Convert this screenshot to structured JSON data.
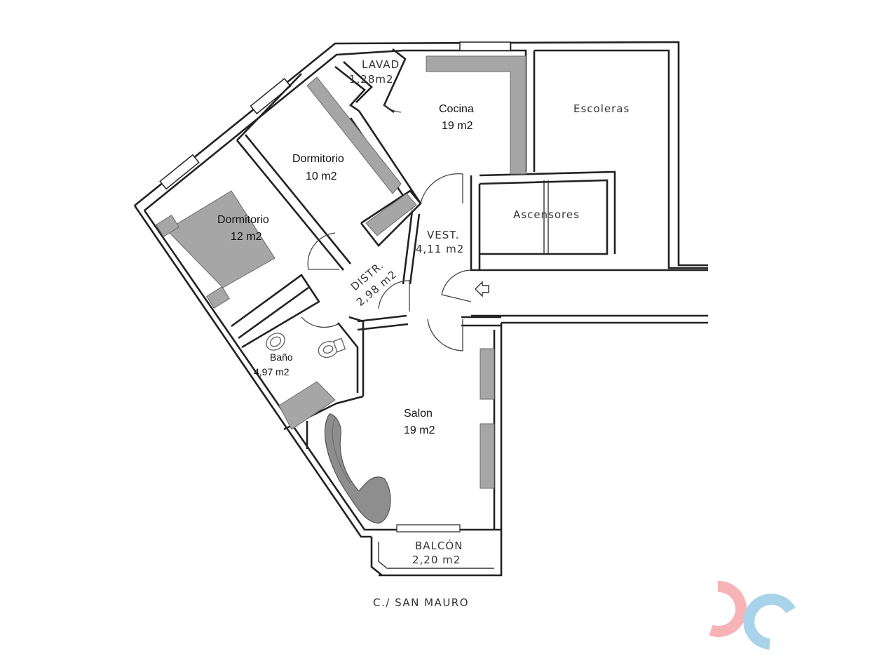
{
  "rooms": {
    "lavadero": {
      "name": "LAVAD.",
      "area": "1,28m2"
    },
    "cocina": {
      "name": "Cocina",
      "area": "19 m2"
    },
    "escaleras": {
      "name": "Escoleras"
    },
    "dormitorio_10": {
      "name": "Dormitorio",
      "area": "10 m2"
    },
    "dormitorio_12": {
      "name": "Dormitorio",
      "area": "12 m2"
    },
    "ascensores": {
      "name": "Ascensores"
    },
    "vestibulo": {
      "name": "VEST.",
      "area": "4,11  m2"
    },
    "distribuidor": {
      "name": "DISTR.",
      "area": "2,98  m2"
    },
    "bano": {
      "name": "Baño",
      "area": "4,97 m2"
    },
    "salon": {
      "name": "Salon",
      "area": "19 m2"
    },
    "balcon": {
      "name": "BALCÓN",
      "area": "2,20  m2"
    }
  },
  "street_label": "C./ SAN MAURO",
  "colors": {
    "wall": "#222222",
    "furniture": "#a6a6a6",
    "logo_pink": "#f7b3b5",
    "logo_blue": "#a9d3ea"
  },
  "icons": [
    "entrance-arrow-icon",
    "brand-logo-icon"
  ]
}
